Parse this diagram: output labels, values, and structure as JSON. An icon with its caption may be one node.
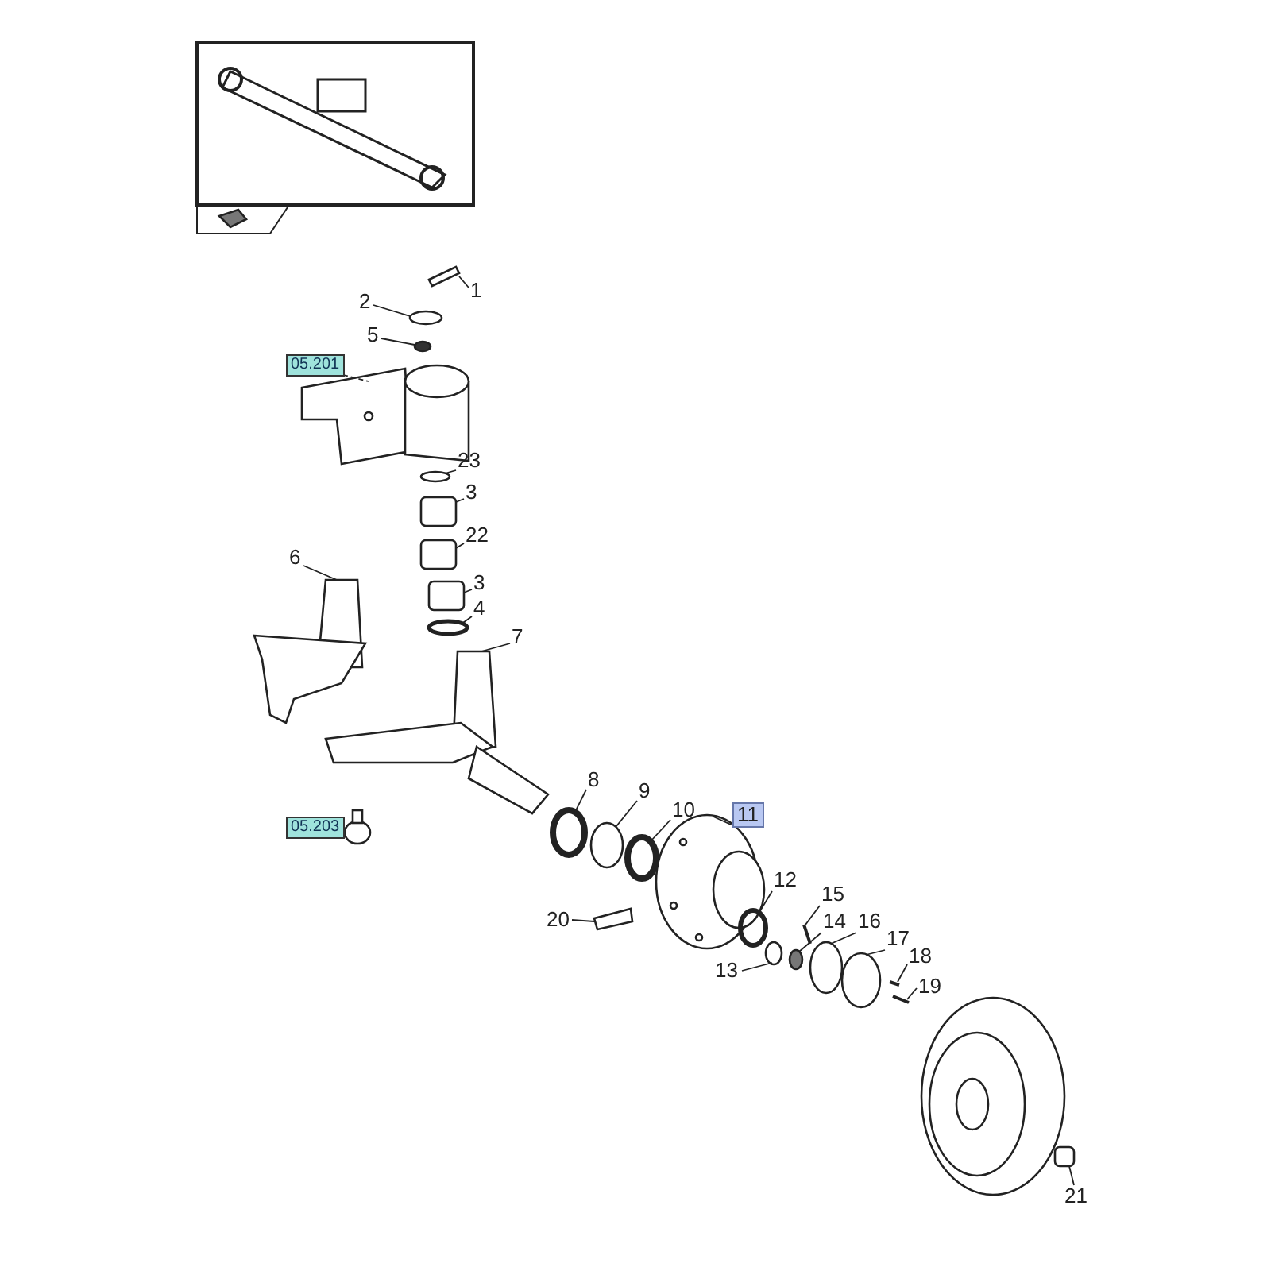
{
  "diagram": {
    "nodes": [
      {
        "text": [
          "1"
        ]
      },
      {
        "text": [
          "2"
        ]
      },
      {
        "text": [
          "5"
        ]
      },
      {
        "text": [
          "05.201"
        ]
      },
      {
        "text": [
          "23"
        ]
      },
      {
        "text": [
          "3"
        ]
      },
      {
        "text": [
          "22"
        ]
      },
      {
        "text": [
          "6"
        ]
      },
      {
        "text": [
          "3"
        ]
      },
      {
        "text": [
          "4"
        ]
      },
      {
        "text": [
          "7"
        ]
      },
      {
        "text": [
          "8"
        ]
      },
      {
        "text": [
          "9"
        ]
      },
      {
        "text": [
          "10"
        ]
      },
      {
        "text": [
          "11"
        ]
      },
      {
        "text": [
          "05.203"
        ]
      },
      {
        "text": [
          "12"
        ]
      },
      {
        "text": [
          "15"
        ]
      },
      {
        "text": [
          "20"
        ]
      },
      {
        "text": [
          "14"
        ]
      },
      {
        "text": [
          "16"
        ]
      },
      {
        "text": [
          "17"
        ]
      },
      {
        "text": [
          "18"
        ]
      },
      {
        "text": [
          "13"
        ]
      },
      {
        "text": [
          "19"
        ]
      },
      {
        "text": [
          "21"
        ]
      },
      {
        "text": [],
        "shape": "picture"
      },
      {
        "text": [],
        "shape": "circle"
      },
      {
        "text": [],
        "shape": "circle"
      },
      {
        "text": [],
        "shape": "circle"
      },
      {
        "text": [],
        "shape": "box"
      },
      {
        "text": [],
        "shape": "box"
      },
      {
        "text": [],
        "shape": "box"
      },
      {
        "text": [],
        "shape": "circle"
      },
      {
        "text": [],
        "shape": "picture"
      },
      {
        "text": [],
        "shape": "picture"
      },
      {
        "text": [],
        "shape": "circle"
      },
      {
        "text": [],
        "shape": "circle"
      },
      {
        "text": [],
        "shape": "circle"
      },
      {
        "text": [],
        "shape": "picture"
      },
      {
        "text": [],
        "shape": "circle"
      },
      {
        "text": [],
        "shape": "picture"
      },
      {
        "text": [],
        "shape": "circle"
      },
      {
        "text": [],
        "shape": "circle"
      },
      {
        "text": [],
        "shape": "circle"
      },
      {
        "text": [],
        "shape": "picture"
      },
      {
        "text": [],
        "shape": "picture"
      },
      {
        "text": [],
        "shape": "circle"
      },
      {
        "text": [],
        "shape": "picture"
      },
      {
        "text": [],
        "shape": "box"
      },
      {
        "text": [],
        "shape": "picture"
      }
    ],
    "edges": [
      {
        "from": 0,
        "to": 26,
        "arrow": "none"
      },
      {
        "from": 1,
        "to": 27,
        "arrow": "none"
      },
      {
        "from": 2,
        "to": 28,
        "arrow": "none"
      },
      {
        "from": 4,
        "to": 29,
        "arrow": "none"
      },
      {
        "from": 5,
        "to": 30,
        "arrow": "none"
      },
      {
        "from": 6,
        "to": 31,
        "arrow": "none"
      },
      {
        "from": 7,
        "to": 34,
        "arrow": "none"
      },
      {
        "from": 8,
        "to": 32,
        "arrow": "none"
      },
      {
        "from": 9,
        "to": 33,
        "arrow": "none"
      },
      {
        "from": 10,
        "to": 35,
        "arrow": "none"
      },
      {
        "from": 11,
        "to": 36,
        "arrow": "none"
      },
      {
        "from": 12,
        "to": 37,
        "arrow": "none"
      },
      {
        "from": 13,
        "to": 38,
        "arrow": "none"
      },
      {
        "from": 14,
        "to": 39,
        "arrow": "none"
      },
      {
        "from": 16,
        "to": 40,
        "arrow": "none"
      },
      {
        "from": 17,
        "to": 41,
        "arrow": "none"
      },
      {
        "from": 18,
        "to": 48,
        "arrow": "none"
      },
      {
        "from": 19,
        "to": 42,
        "arrow": "none"
      },
      {
        "from": 20,
        "to": 43,
        "arrow": "none"
      },
      {
        "from": 21,
        "to": 44,
        "arrow": "none"
      },
      {
        "from": 22,
        "to": 45,
        "arrow": "none"
      },
      {
        "from": 23,
        "to": 47,
        "arrow": "none"
      },
      {
        "from": 24,
        "to": 46,
        "arrow": "none"
      },
      {
        "from": 25,
        "to": 49,
        "arrow": "none"
      },
      {
        "from": 3,
        "to": 50,
        "arrow": "none",
        "style": "dashed"
      }
    ]
  }
}
